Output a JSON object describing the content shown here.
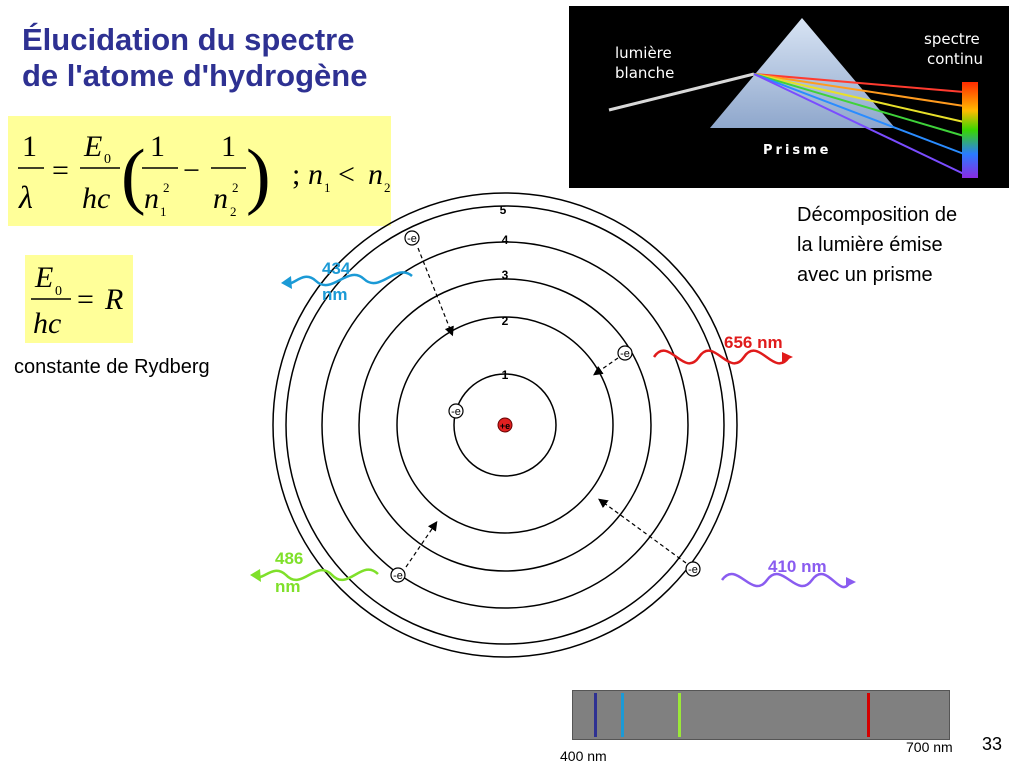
{
  "title_line1": "Élucidation du spectre",
  "title_line2": "de l'atome d'hydrogène",
  "equation": {
    "one": "1",
    "lambda": "λ",
    "equals": "=",
    "e0": "E",
    "e0_sub": "0",
    "hc": "hc",
    "minus": "−",
    "n": "n",
    "sub1": "1",
    "sub2": "2",
    "sup2": "2",
    "condition_semicolon": ";",
    "condition_lt": "<",
    "r": "R"
  },
  "rydberg_label": "constante de Rydberg",
  "prism_panel": {
    "white_light_line1": "lumière",
    "white_light_line2": "blanche",
    "continuous_line1": "spectre",
    "continuous_line2": "continu",
    "prism_label": "Prisme"
  },
  "prism_caption": [
    "Décomposition de",
    "la lumière émise",
    "avec un prisme"
  ],
  "atom": {
    "orbit_labels": [
      "1",
      "2",
      "3",
      "4",
      "5"
    ],
    "electron_label": "-e",
    "nucleus_label": "+e"
  },
  "emissions": [
    {
      "line1": "656 nm",
      "line2": "",
      "color": "#e01b1b"
    },
    {
      "line1": "434",
      "line2": "nm",
      "color": "#1b9ad6"
    },
    {
      "line1": "486",
      "line2": "nm",
      "color": "#7fe02a"
    },
    {
      "line1": "410 nm",
      "line2": "",
      "color": "#8a5cf0"
    }
  ],
  "spectrum": {
    "label_min": "400 nm",
    "label_max": "700 nm",
    "lines": [
      {
        "wavelength_nm": 410,
        "color": "#2e3192"
      },
      {
        "wavelength_nm": 434,
        "color": "#1b9ad6"
      },
      {
        "wavelength_nm": 486,
        "color": "#9be838"
      },
      {
        "wavelength_nm": 656,
        "color": "#d40000"
      }
    ]
  },
  "page_number": "33"
}
